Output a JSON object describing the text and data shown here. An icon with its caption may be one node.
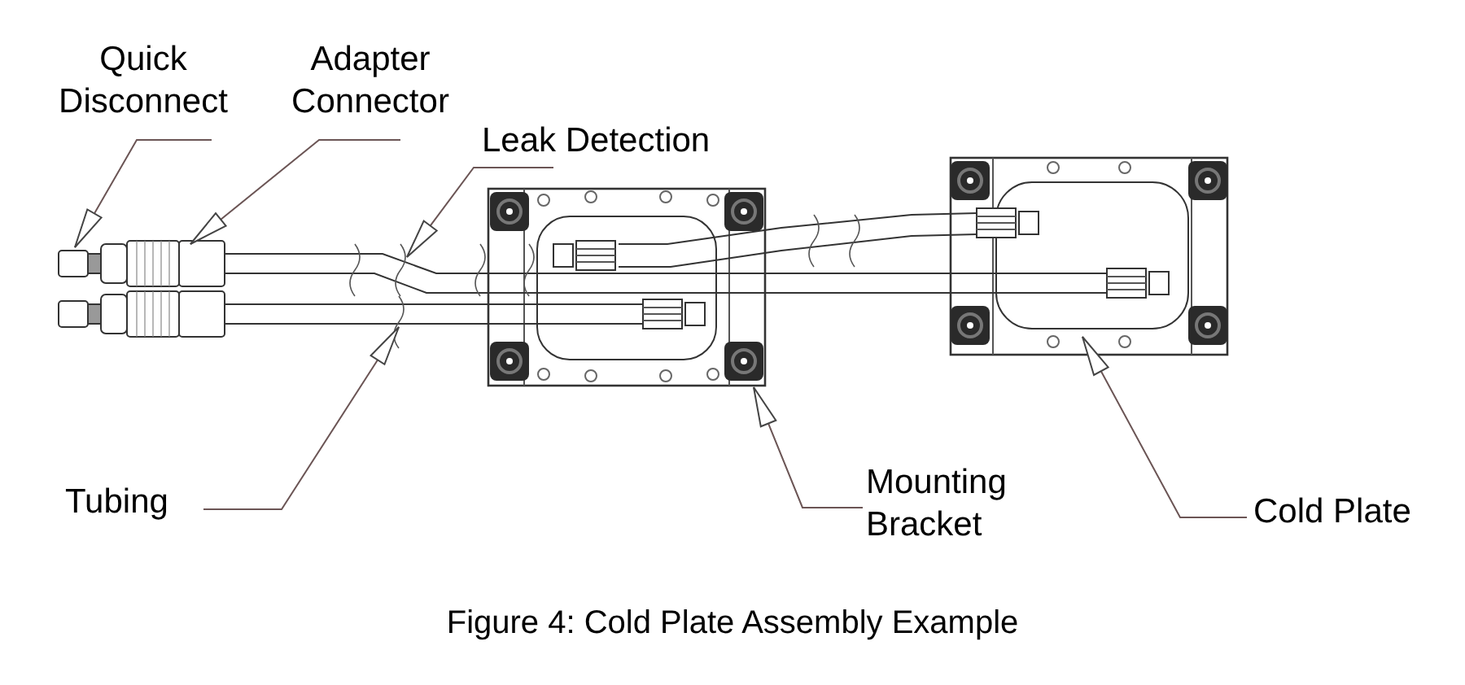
{
  "diagram": {
    "caption": "Figure 4: Cold Plate Assembly Example",
    "nodes": [
      {
        "text": [
          "Quick Disconnect"
        ]
      },
      {
        "text": [
          "Adapter Connector"
        ]
      },
      {
        "text": [
          "Leak Detection"
        ]
      },
      {
        "text": [
          "Tubing"
        ]
      },
      {
        "text": [
          "Mounting Bracket"
        ]
      },
      {
        "text": [
          "Cold Plate"
        ]
      }
    ],
    "edges": [
      {
        "from": 0,
        "to": null,
        "arrow": "to"
      },
      {
        "from": 1,
        "to": null,
        "arrow": "to"
      },
      {
        "from": 2,
        "to": null,
        "arrow": "to"
      },
      {
        "from": 3,
        "to": null,
        "arrow": "to"
      },
      {
        "from": 4,
        "to": null,
        "arrow": "to"
      },
      {
        "from": 5,
        "to": null,
        "arrow": "to"
      }
    ]
  }
}
